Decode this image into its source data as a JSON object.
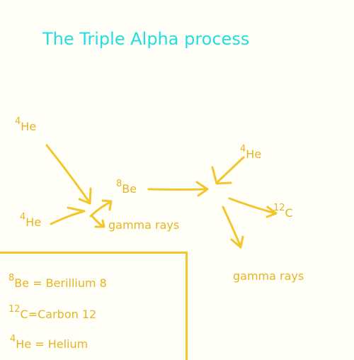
{
  "title": "The Triple Alpha process",
  "nuclei": {
    "he_top": {
      "mass": "4",
      "symbol": "He"
    },
    "he_bottom": {
      "mass": "4",
      "symbol": "He"
    },
    "be": {
      "mass": "8",
      "symbol": "Be"
    },
    "he_right": {
      "mass": "4",
      "symbol": "He"
    },
    "c": {
      "mass": "12",
      "symbol": "C"
    }
  },
  "gamma_left": "gamma rays",
  "gamma_right": "gamma rays",
  "legend": [
    {
      "mass": "8",
      "text": "Be = Berillium 8"
    },
    {
      "mass": "12",
      "text": "C=Carbon 12"
    },
    {
      "mass": "4",
      "text": "He = Helium"
    }
  ],
  "colors": {
    "title": "#22dede",
    "ink": "#e6b422",
    "stroke": "#f3c62c",
    "background": "#fffff8"
  }
}
